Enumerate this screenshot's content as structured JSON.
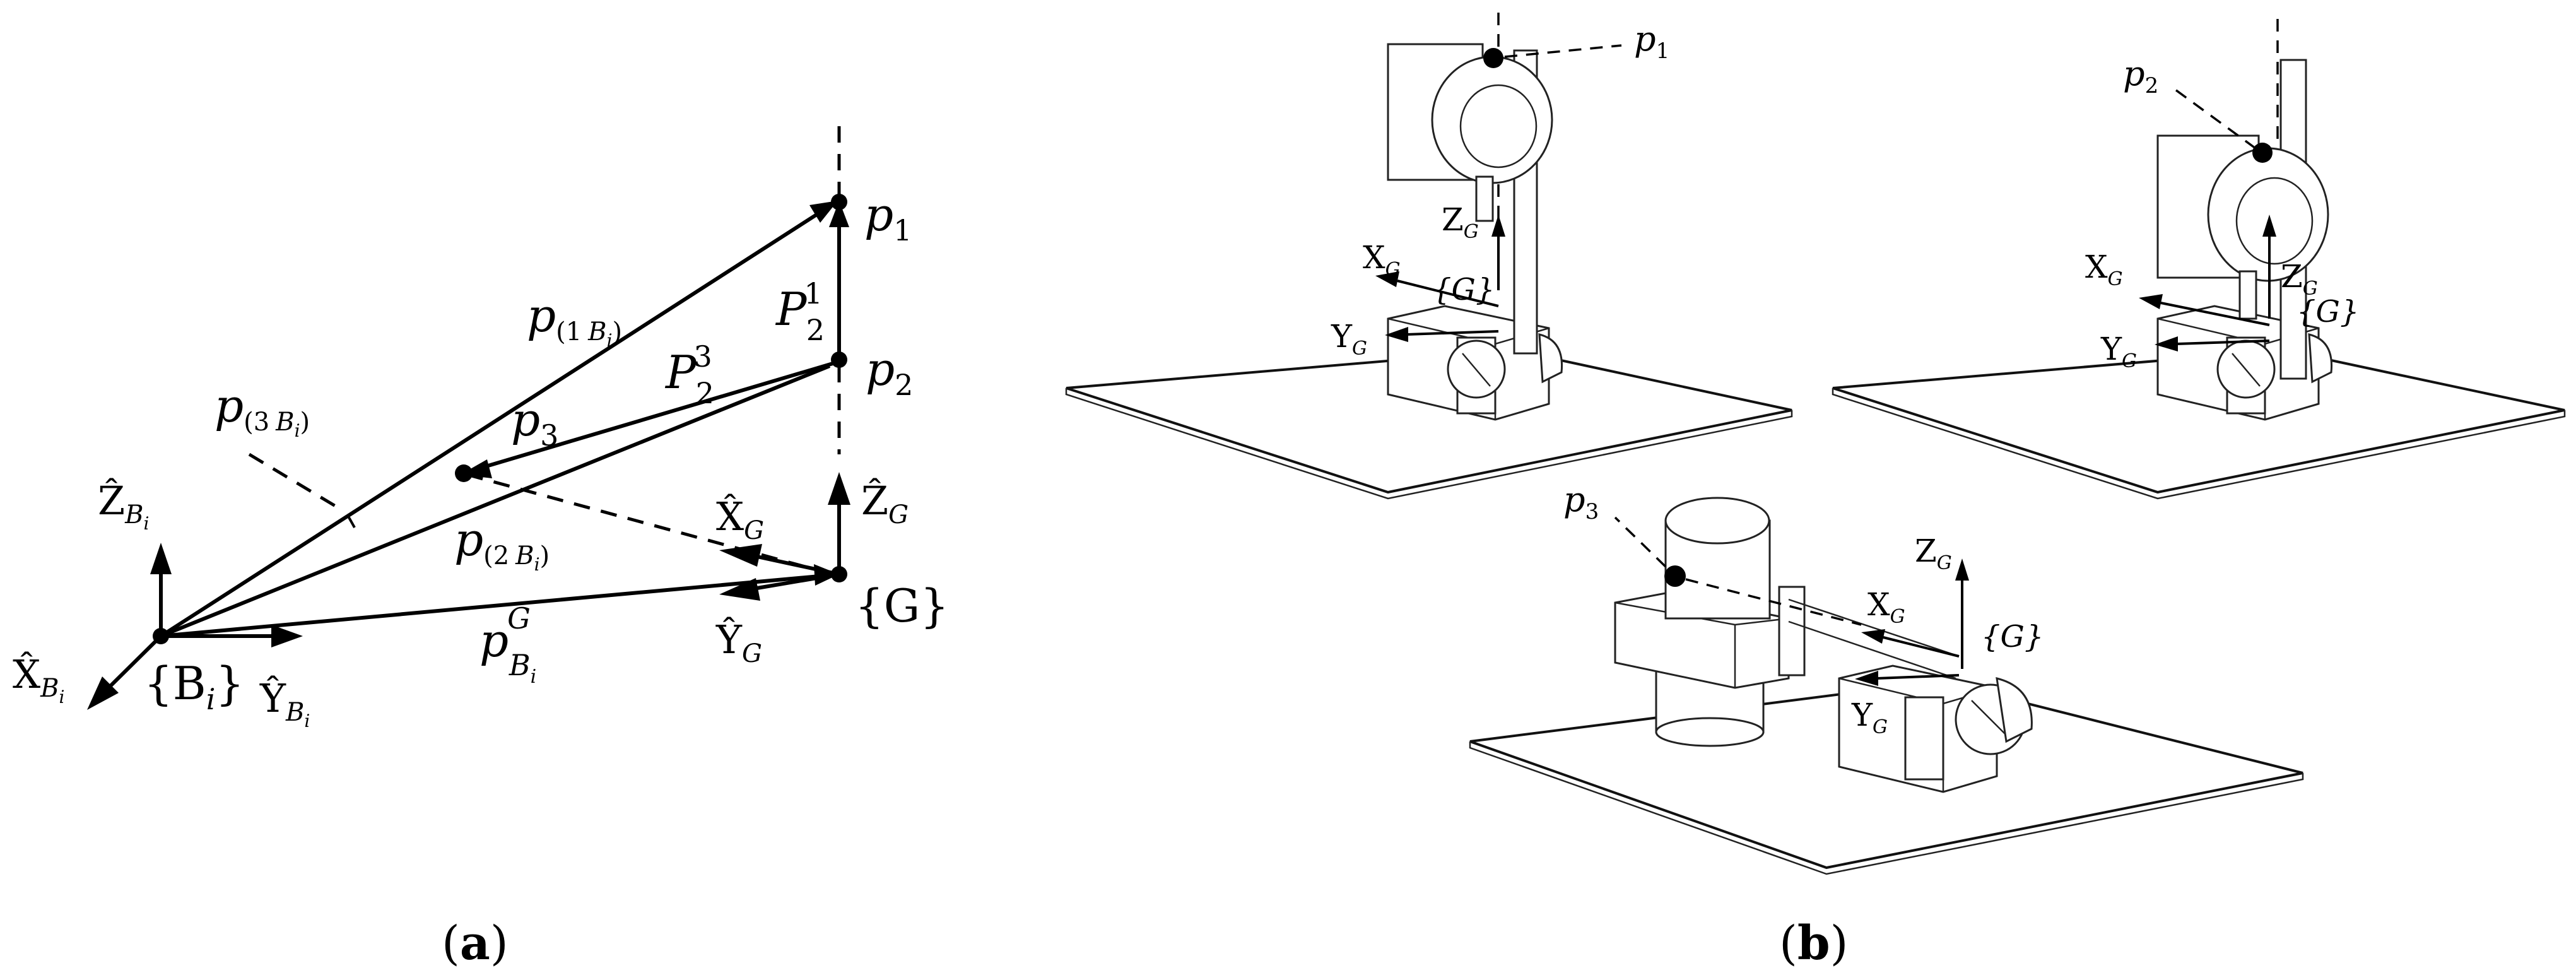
{
  "panel_a": {
    "caption": {
      "open": "(",
      "letter": "a",
      "close": ")"
    },
    "points": {
      "p1": {
        "base": "p",
        "sub": "1"
      },
      "p2": {
        "base": "p",
        "sub": "2"
      },
      "p3": {
        "base": "p",
        "sub": "3"
      }
    },
    "frame_G": {
      "text": "{G}"
    },
    "frame_B": {
      "open": "{B",
      "sub": "i",
      "close": "}"
    },
    "vec_P21": {
      "base": "P",
      "sub": "2",
      "sup": "1"
    },
    "vec_P23": {
      "base": "P",
      "sub": "2",
      "sup": "3"
    },
    "vec_p1B": {
      "base": "p",
      "sub_a": "(1",
      "sub_b": "B",
      "sub_c": "i",
      "sub_d": ")"
    },
    "vec_p3B": {
      "base": "p",
      "sub_a": "(3",
      "sub_b": "B",
      "sub_c": "i",
      "sub_d": ")"
    },
    "vec_p2B": {
      "base": "p",
      "sub_a": "(2",
      "sub_b": "B",
      "sub_c": "i",
      "sub_d": ")"
    },
    "vec_pBG": {
      "base": "p",
      "sup": "G",
      "sub_b": "B",
      "sub_c": "i"
    },
    "axis_ZG": {
      "base": "Ẑ",
      "sub": "G"
    },
    "axis_XG": {
      "base": "X̂",
      "sub": "G"
    },
    "axis_YG": {
      "base": "Ŷ",
      "sub": "G"
    },
    "axis_ZB": {
      "base": "Ẑ",
      "sub": "B",
      "subsub": "i"
    },
    "axis_XB": {
      "base": "X̂",
      "sub": "B",
      "subsub": "i"
    },
    "axis_YB": {
      "base": "Ŷ",
      "sub": "B",
      "subsub": "i"
    }
  },
  "panel_b": {
    "caption": {
      "open": "(",
      "letter": "b",
      "close": ")"
    },
    "scene1": {
      "point": {
        "base": "p",
        "sub": "1"
      },
      "z": {
        "base": "Z",
        "sub": "G"
      },
      "x": {
        "base": "X",
        "sub": "G"
      },
      "y": {
        "base": "Y",
        "sub": "G"
      },
      "frame": "{G}"
    },
    "scene2": {
      "point": {
        "base": "p",
        "sub": "2"
      },
      "z": {
        "base": "Z",
        "sub": "G"
      },
      "x": {
        "base": "X",
        "sub": "G"
      },
      "y": {
        "base": "Y",
        "sub": "G"
      },
      "frame": "{G}"
    },
    "scene3": {
      "point": {
        "base": "p",
        "sub": "3"
      },
      "z": {
        "base": "Z",
        "sub": "G"
      },
      "x": {
        "base": "X",
        "sub": "G"
      },
      "y": {
        "base": "Y",
        "sub": "G"
      },
      "frame": "{G}"
    }
  }
}
